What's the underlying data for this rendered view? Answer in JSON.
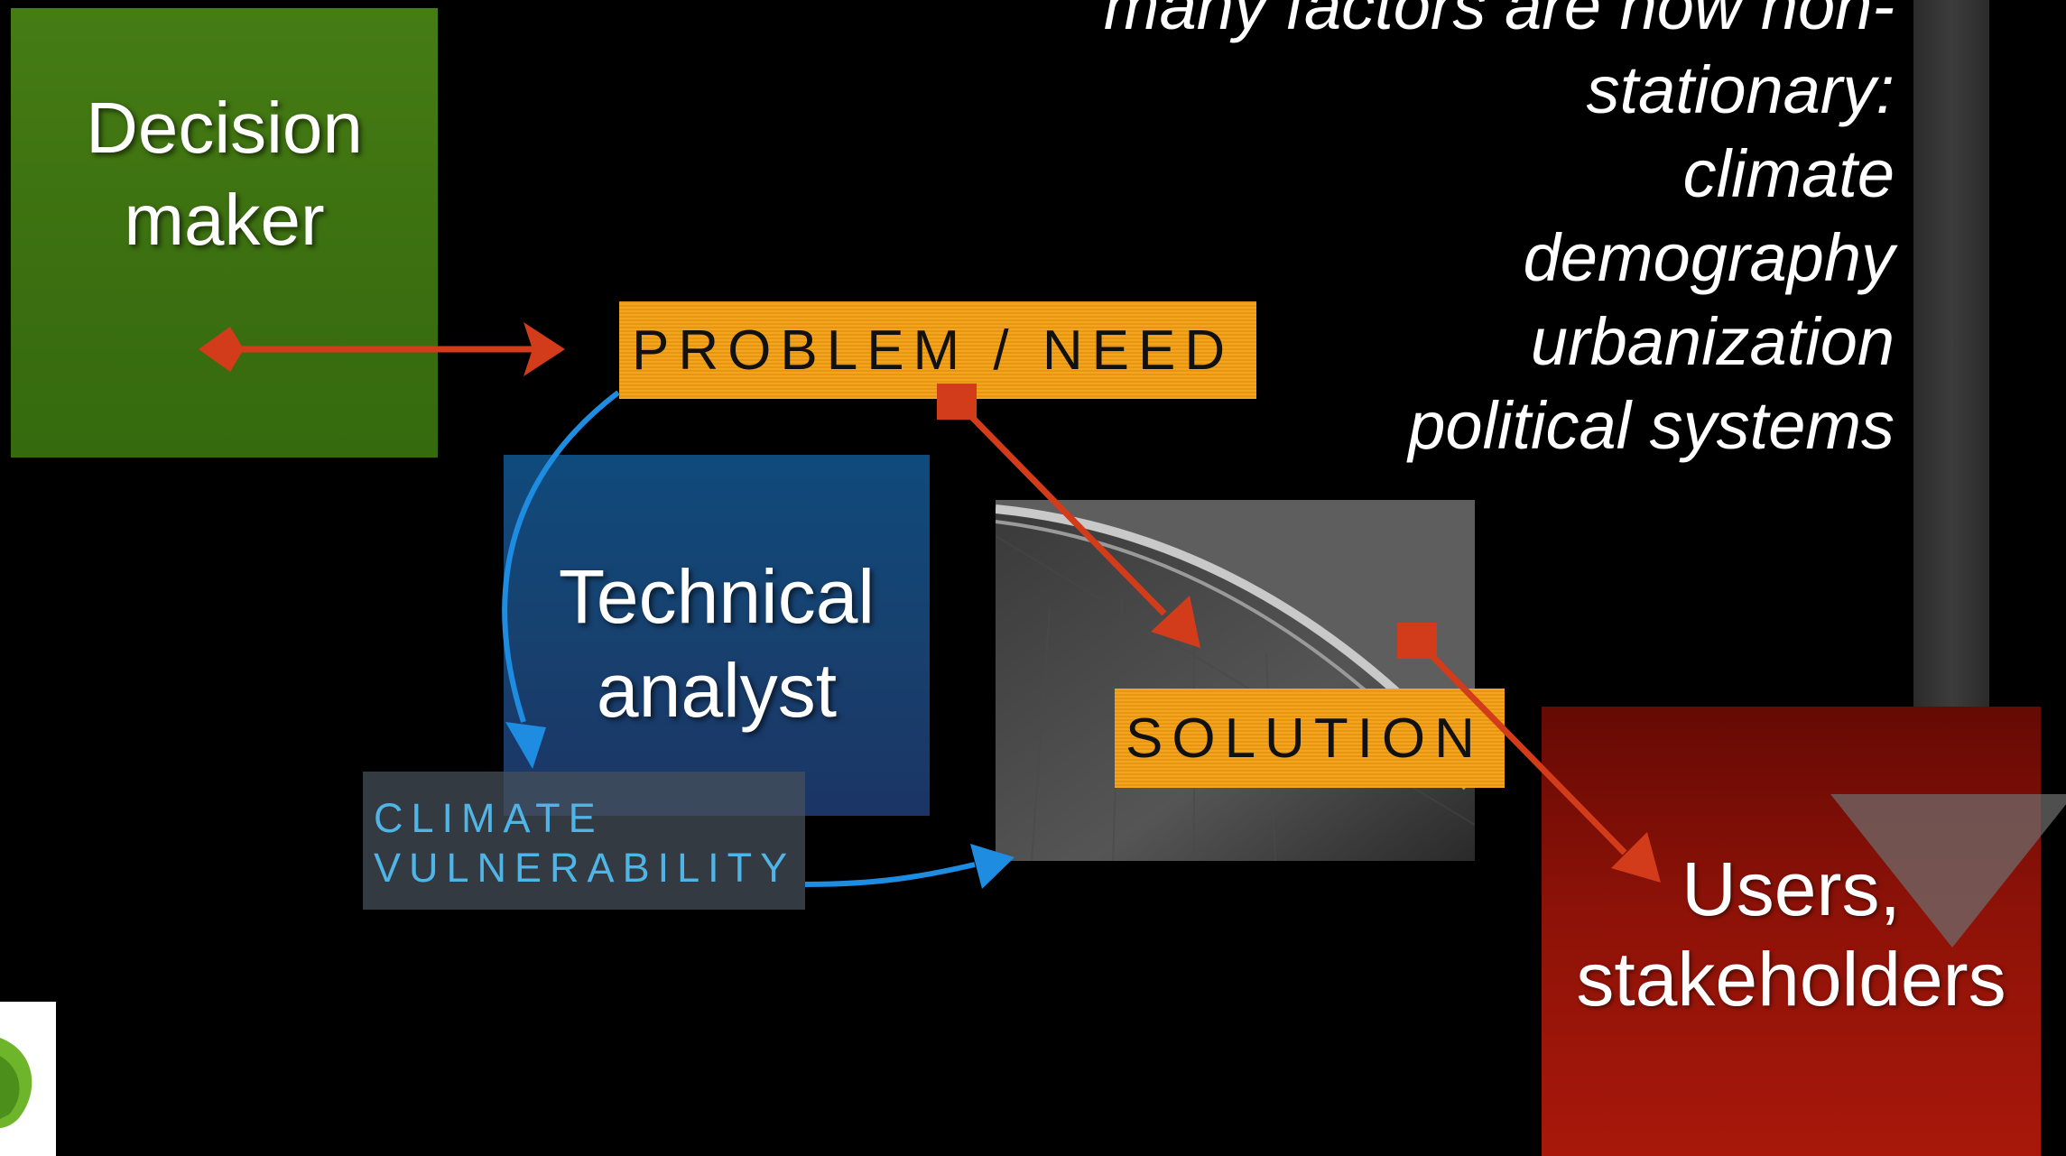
{
  "factors": {
    "partial_line": "many factors are now non-stationary:",
    "items": [
      "climate",
      "demography",
      "urbanization",
      "political systems"
    ]
  },
  "boxes": {
    "decision_maker": {
      "line1": "Decision",
      "line2": "maker"
    },
    "technical_analyst": {
      "line1": "Technical",
      "line2": "analyst"
    },
    "users": {
      "line1": "Users,",
      "line2": "stakeholders"
    }
  },
  "labels": {
    "problem_need": "PROBLEM / NEED",
    "solution": "SOLUTION",
    "climate_line1": "CLIMATE",
    "climate_line2": "VULNERABILITY"
  },
  "colors": {
    "decision_green": "#467c14",
    "analyst_blue": "#0f4a7c",
    "users_red": "#a8180a",
    "label_orange": "#f3a51d",
    "arrow_red": "#d23c1a",
    "arrow_blue": "#1e8ce0",
    "climate_text": "#4fb4e6"
  }
}
